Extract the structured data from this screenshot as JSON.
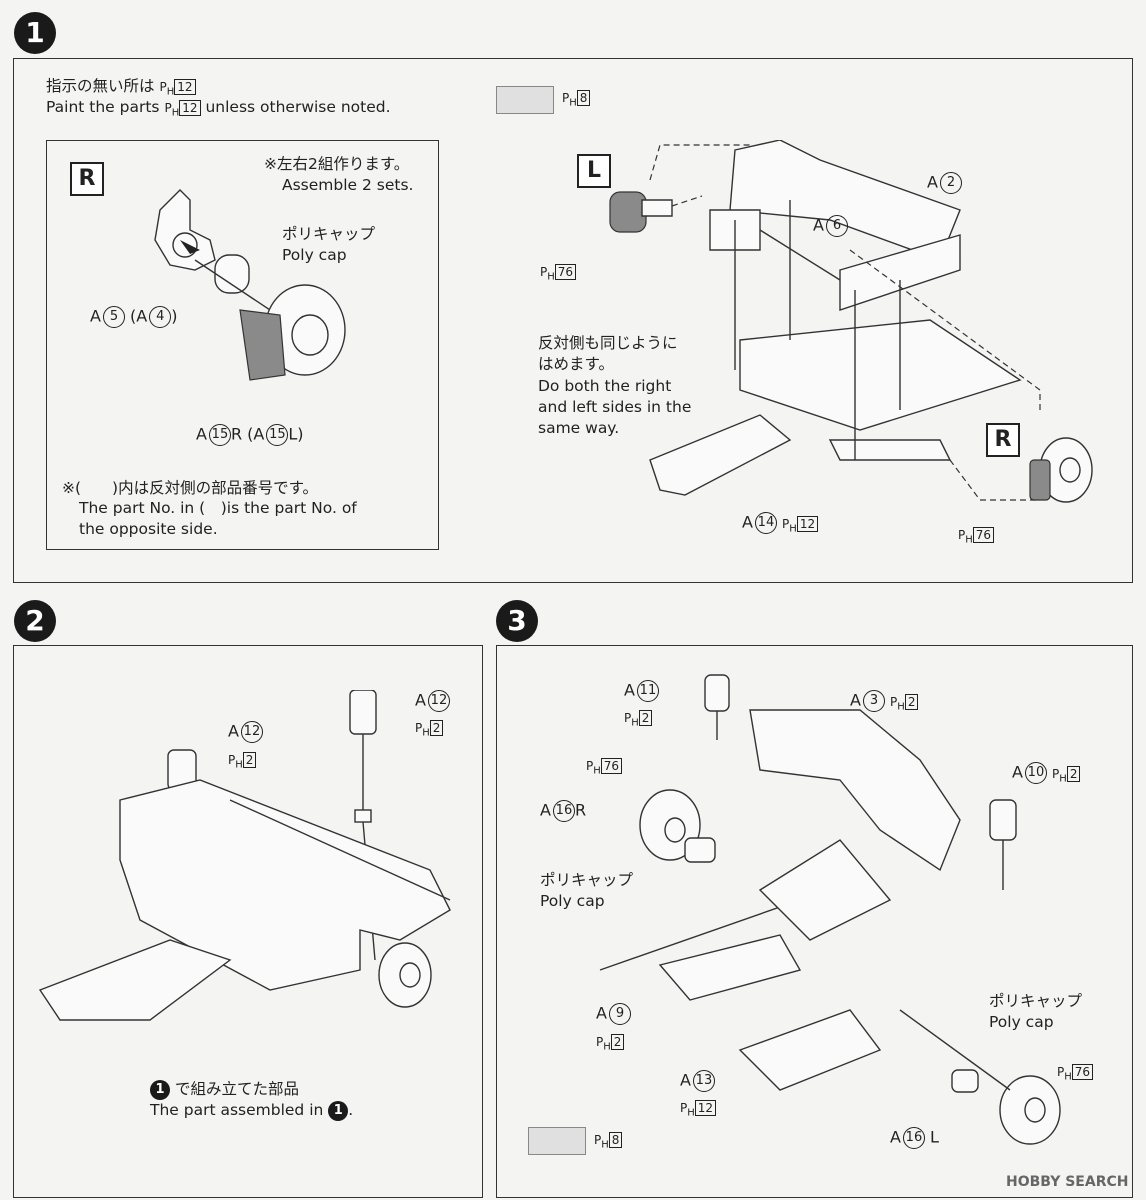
{
  "step1": {
    "badge": "1",
    "note_jp": "指示の無い所は",
    "note_en_a": "Paint the parts",
    "note_en_b": "unless otherwise noted.",
    "paint_default": "12",
    "swatch_paint": "8",
    "inset": {
      "side": "R",
      "assemble_jp": "※左右2組作ります。",
      "assemble_en": "Assemble 2 sets.",
      "polycap_jp": "ポリキャップ",
      "polycap_en": "Poly cap",
      "part_a5": "5",
      "part_a4": "4",
      "part_a15r": "15",
      "part_a15l": "15",
      "note_jp": "※(　　)内は反対側の部品番号です。",
      "note_en_1": "The part No. in (　)is the part No. of",
      "note_en_2": "the opposite side."
    },
    "main": {
      "side_l": "L",
      "side_r": "R",
      "part_a2": "2",
      "part_a6": "6",
      "part_a14": "14",
      "paint_a14": "12",
      "paint_brake_l": "76",
      "paint_brake_r": "76",
      "same_jp_1": "反対側も同じように",
      "same_jp_2": "はめます。",
      "same_en_1": "Do both the right",
      "same_en_2": "and left sides in the",
      "same_en_3": "same way."
    }
  },
  "step2": {
    "badge": "2",
    "part_a12_left": "12",
    "paint_a12_left": "2",
    "part_a12_right": "12",
    "paint_a12_right": "2",
    "assembled_jp": "で組み立てた部品",
    "assembled_en": "The part assembled in",
    "ref_badge": "1"
  },
  "step3": {
    "badge": "3",
    "part_a11": "11",
    "paint_a11": "2",
    "part_a3": "3",
    "paint_a3": "2",
    "part_a10": "10",
    "paint_a10": "2",
    "paint_a16r": "76",
    "part_a16r": "16",
    "polycap_jp": "ポリキャップ",
    "polycap_en": "Poly cap",
    "polycap2_jp": "ポリキャップ",
    "polycap2_en": "Poly cap",
    "part_a9": "9",
    "paint_a9": "2",
    "part_a13": "13",
    "paint_a13": "12",
    "paint_a16l": "76",
    "part_a16l": "16",
    "swatch_paint": "8"
  },
  "watermark": "HOBBY SEARCH"
}
